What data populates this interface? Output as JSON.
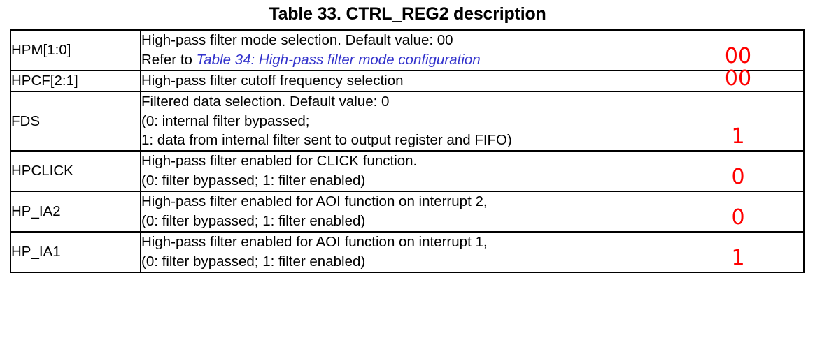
{
  "document": {
    "title": "Table 33. CTRL_REG2 description"
  },
  "colors": {
    "annotation": "#ff0000",
    "cross_reference_link": "#3333cc",
    "border": "#000000",
    "text": "#000000",
    "background": "#ffffff"
  },
  "table": {
    "caption": "Table 33. CTRL_REG2 description",
    "rows": [
      {
        "field": "HPM[1:0]",
        "lines": [
          {
            "text": "High-pass filter mode selection. Default value: 00"
          }
        ],
        "reference_line": {
          "prefix": "Refer to ",
          "link": "Table 34: High-pass filter mode configuration"
        },
        "value": "00"
      },
      {
        "field": "HPCF[2:1]",
        "lines": [
          {
            "text": "High-pass filter cutoff frequency selection"
          }
        ],
        "value": "00"
      },
      {
        "field": "FDS",
        "lines": [
          {
            "text": "Filtered data selection. Default value: 0"
          },
          {
            "text": "(0: internal filter bypassed;"
          },
          {
            "text": "1: data from internal filter sent to output register and FIFO)"
          }
        ],
        "value": "1"
      },
      {
        "field": "HPCLICK",
        "lines": [
          {
            "text": "High-pass filter enabled for CLICK function."
          },
          {
            "text": "(0: filter bypassed; 1: filter enabled)"
          }
        ],
        "value": "0"
      },
      {
        "field": "HP_IA2",
        "lines": [
          {
            "text": "High-pass filter enabled for AOI function on interrupt 2,"
          },
          {
            "text": "(0: filter bypassed; 1: filter enabled)"
          }
        ],
        "value": "0"
      },
      {
        "field": "HP_IA1",
        "lines": [
          {
            "text": "High-pass filter enabled for AOI function on interrupt 1,"
          },
          {
            "text": "(0: filter bypassed; 1: filter enabled)"
          }
        ],
        "value": "1"
      }
    ]
  }
}
